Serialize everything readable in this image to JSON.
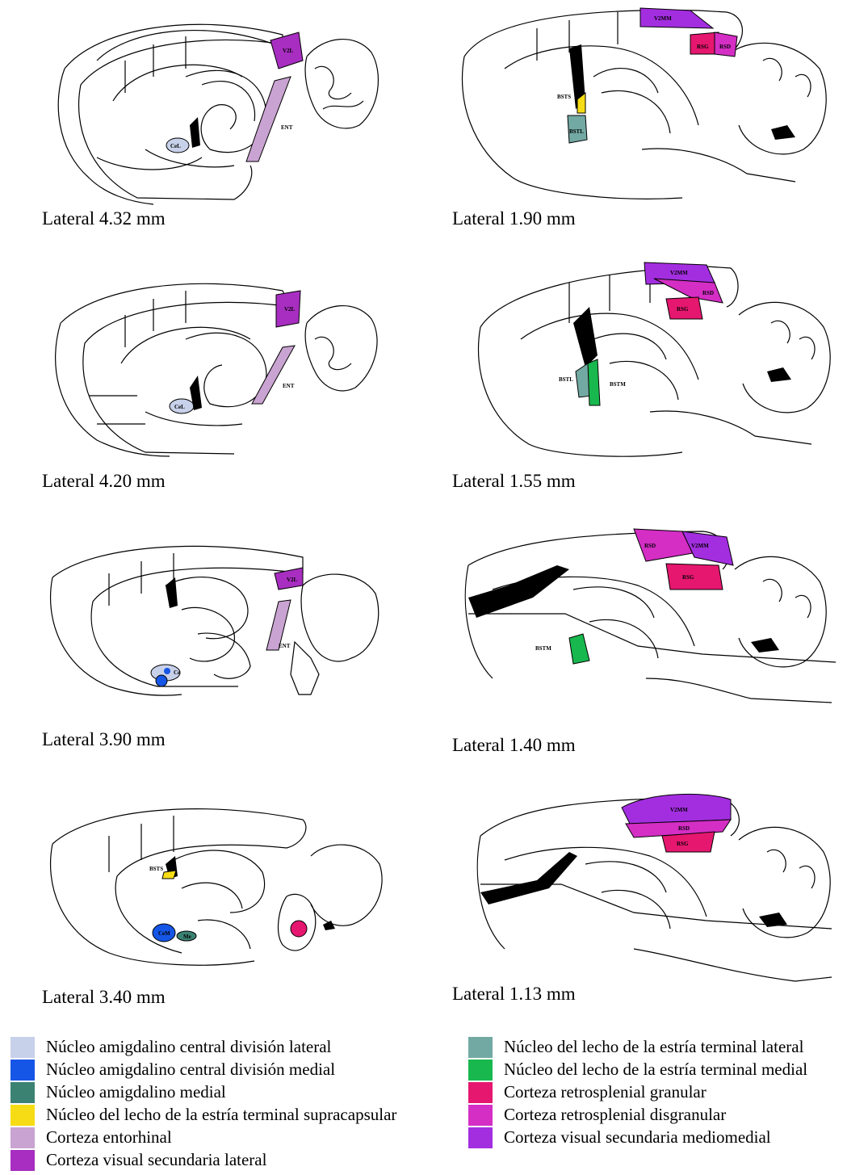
{
  "colors": {
    "CeL": "#c8d1ea",
    "CeM": "#1656e6",
    "Me": "#3b8273",
    "BSTS": "#f6dc14",
    "ENT": "#c9a3d1",
    "V2L": "#a72ec0",
    "BSTL": "#73a9a3",
    "BSTM": "#18b84e",
    "RSG": "#e5176f",
    "RSD": "#d42ec4",
    "V2MM": "#a32ee0"
  },
  "panels": [
    {
      "id": "l432",
      "caption": "Lateral 4.32 mm",
      "labels": {
        "V2L": "V2L",
        "ENT": "ENT",
        "CeL": "CeL"
      }
    },
    {
      "id": "l420",
      "caption": "Lateral 4.20 mm",
      "labels": {
        "V2L": "V2L",
        "ENT": "ENT",
        "CeL": "CeL"
      }
    },
    {
      "id": "l390",
      "caption": "Lateral 3.90 mm",
      "labels": {
        "V2L": "V2L",
        "ENT": "ENT",
        "Ce": "Ce"
      }
    },
    {
      "id": "l340",
      "caption": "Lateral 3.40 mm",
      "labels": {
        "BSTS": "BSTS",
        "CeM": "CeM",
        "Me": "Me"
      }
    },
    {
      "id": "l190",
      "caption": "Lateral 1.90 mm",
      "labels": {
        "V2MM": "V2MM",
        "RSG": "RSG",
        "RSD": "RSD",
        "BSTS": "BSTS",
        "BSTL": "BSTL"
      }
    },
    {
      "id": "l155",
      "caption": "Lateral 1.55 mm",
      "labels": {
        "V2MM": "V2MM",
        "RSD": "RSD",
        "RSG": "RSG",
        "BSTL": "BSTL",
        "BSTM": "BSTM"
      }
    },
    {
      "id": "l140",
      "caption": "Lateral 1.40 mm",
      "labels": {
        "RSD": "RSD",
        "V2MM": "V2MM",
        "RSG": "RSG",
        "BSTM": "BSTM"
      }
    },
    {
      "id": "l113",
      "caption": "Lateral 1.13 mm",
      "labels": {
        "V2MM": "V2MM",
        "RSD": "RSD",
        "RSG": "RSG"
      }
    }
  ],
  "legend": {
    "left": [
      {
        "key": "CeL",
        "label": "Núcleo amigdalino central división lateral"
      },
      {
        "key": "CeM",
        "label": "Núcleo amigdalino central división medial"
      },
      {
        "key": "Me",
        "label": "Núcleo amigdalino medial"
      },
      {
        "key": "BSTS",
        "label": "Núcleo del lecho de la estría terminal supracapsular"
      },
      {
        "key": "ENT",
        "label": "Corteza entorhinal"
      },
      {
        "key": "V2L",
        "label": "Corteza visual secundaria lateral"
      }
    ],
    "right": [
      {
        "key": "BSTL",
        "label": "Núcleo del lecho de la estría terminal lateral"
      },
      {
        "key": "BSTM",
        "label": "Núcleo del lecho de la estría terminal medial"
      },
      {
        "key": "RSG",
        "label": "Corteza retrosplenial granular"
      },
      {
        "key": "RSD",
        "label": "Corteza retrosplenial disgranular"
      },
      {
        "key": "V2MM",
        "label": "Corteza visual secundaria mediomedial"
      }
    ]
  }
}
